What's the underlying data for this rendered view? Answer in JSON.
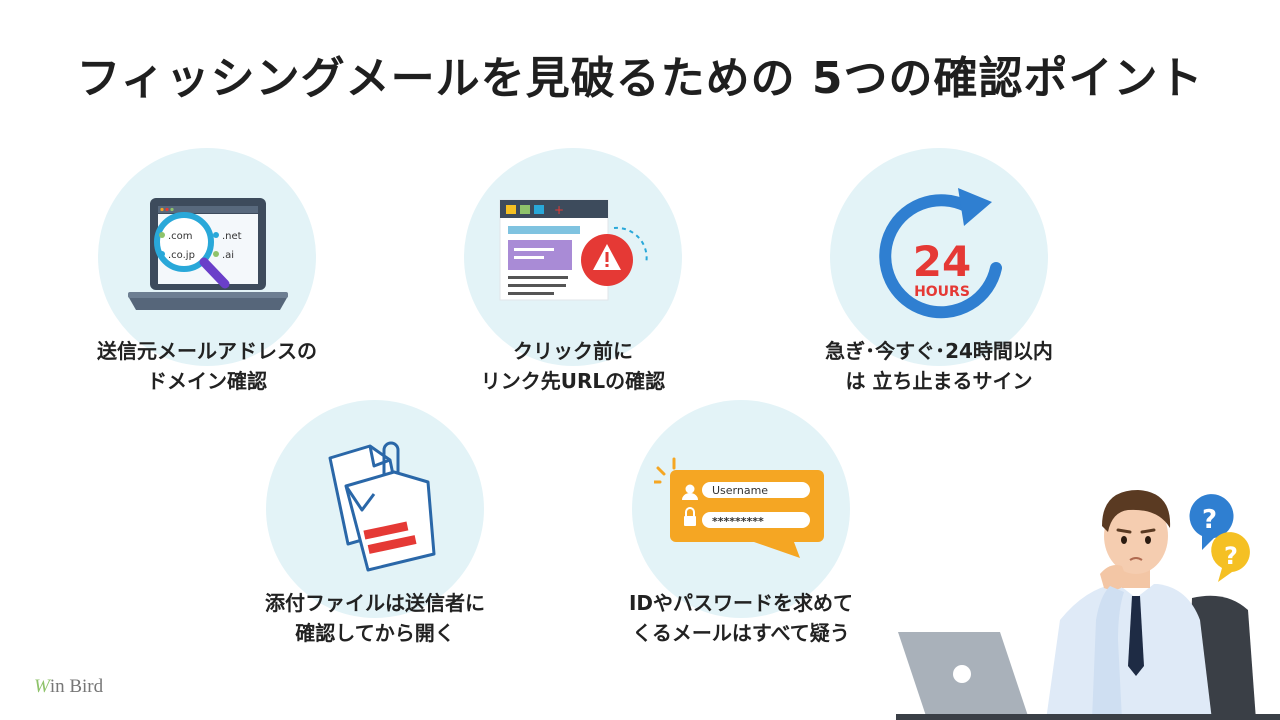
{
  "title": "フィッシングメールを見破るための 5つの確認ポイント",
  "points": [
    {
      "line1": "送信元メールアドレスの",
      "line2": "ドメイン確認",
      "icon": "laptop-magnifier-icon"
    },
    {
      "line1": "クリック前に",
      "line2": "リンク先URLの確認",
      "icon": "browser-warning-icon"
    },
    {
      "line1": "急ぎ･今すぐ･24時間以内",
      "line2": "は 立ち止まるサイン",
      "icon": "24-hours-icon"
    },
    {
      "line1": "添付ファイルは送信者に",
      "line2": "確認してから開く",
      "icon": "attachment-file-icon"
    },
    {
      "line1": "IDやパスワードを求めて",
      "line2": "くるメールはすべて疑う",
      "icon": "login-credentials-icon"
    }
  ],
  "icon_texts": {
    "domains": [
      ".com",
      ".net",
      ".co.jp",
      ".ai"
    ],
    "hours_number": "24",
    "hours_label": "HOURS",
    "username": "Username",
    "password": "*********"
  },
  "logo": {
    "w": "W",
    "rest": "in Bird"
  },
  "colors": {
    "circle": "#e3f3f7",
    "accent_red": "#e53935",
    "accent_blue": "#2f7fd1",
    "accent_orange": "#f5a623"
  }
}
